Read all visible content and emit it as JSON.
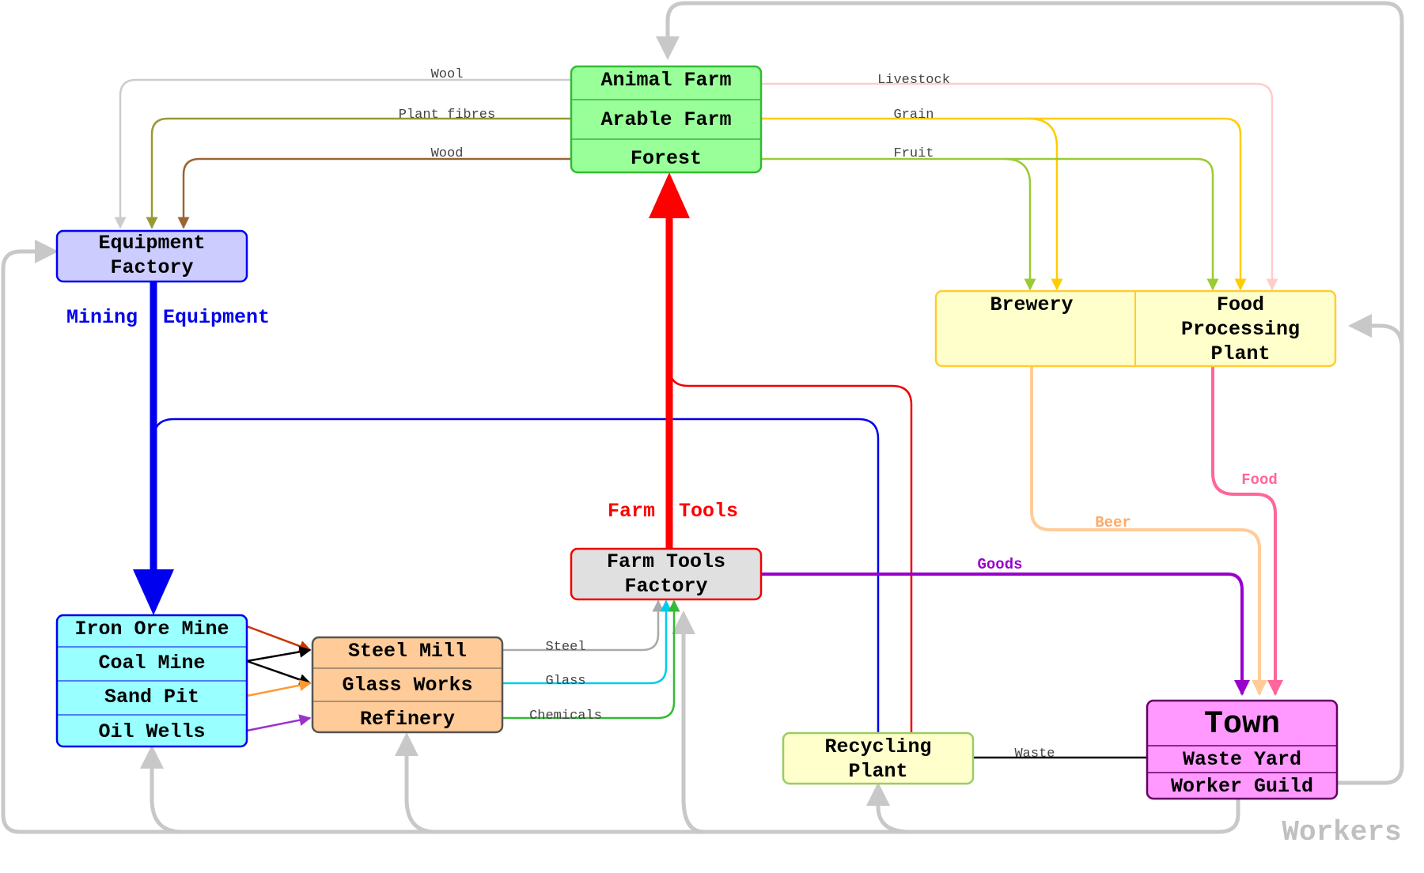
{
  "nodes": {
    "animal_farm": "Animal Farm",
    "arable_farm": "Arable Farm",
    "forest": "Forest",
    "equipment_factory": [
      "Equipment",
      "Factory"
    ],
    "brewery": "Brewery",
    "food_processing": [
      "Food",
      "Processing",
      "Plant"
    ],
    "iron_ore_mine": "Iron Ore Mine",
    "coal_mine": "Coal Mine",
    "sand_pit": "Sand Pit",
    "oil_wells": "Oil Wells",
    "steel_mill": "Steel Mill",
    "glass_works": "Glass Works",
    "refinery": "Refinery",
    "farm_tools_factory": [
      "Farm Tools",
      "Factory"
    ],
    "recycling_plant": [
      "Recycling",
      "Plant"
    ],
    "town": "Town",
    "waste_yard": "Waste Yard",
    "worker_guild": "Worker Guild"
  },
  "edge_labels": {
    "wool": "Wool",
    "plant_fibres": "Plant fibres",
    "wood": "Wood",
    "livestock": "Livestock",
    "grain": "Grain",
    "fruit": "Fruit",
    "steel": "Steel",
    "glass": "Glass",
    "chemicals": "Chemicals",
    "waste": "Waste"
  },
  "flow_labels": {
    "mining": "Mining",
    "equipment": "Equipment",
    "farm": "Farm",
    "tools": "Tools",
    "goods": "Goods",
    "beer": "Beer",
    "food": "Food",
    "workers": "Workers"
  },
  "colors": {
    "farm_fill": "#99ff99",
    "farm_stroke": "#33bb33",
    "equipment_fill": "#ccccff",
    "equipment_stroke": "#0000ee",
    "food_fill": "#ffffcc",
    "food_stroke": "#ffcc33",
    "mine_fill": "#99ffff",
    "mine_stroke": "#0000ee",
    "processing_fill": "#ffcc99",
    "processing_stroke": "#555555",
    "tools_fill": "#e0e0e0",
    "tools_stroke": "#ee0000",
    "recycle_fill": "#ffffcc",
    "recycle_stroke": "#99cc66",
    "town_fill": "#ff99ff",
    "town_stroke": "#660066",
    "wool": "#cccccc",
    "plant_fibres": "#999933",
    "wood": "#996633",
    "livestock": "#ffcccc",
    "grain": "#ffcc00",
    "fruit": "#99cc33",
    "mining_equipment": "#0000ee",
    "farm_tools": "#ff0000",
    "goods": "#9900cc",
    "beer": "#ffcc99",
    "food": "#ff6699",
    "workers": "#c8c8c8",
    "waste": "#000000",
    "steel": "#aaaaaa",
    "glass": "#00ccee",
    "chemicals": "#33bb33",
    "iron_arrow": "#cc3300",
    "coal_arrow": "#000000",
    "sand_arrow": "#ff9933",
    "oil_arrow": "#9933cc"
  }
}
